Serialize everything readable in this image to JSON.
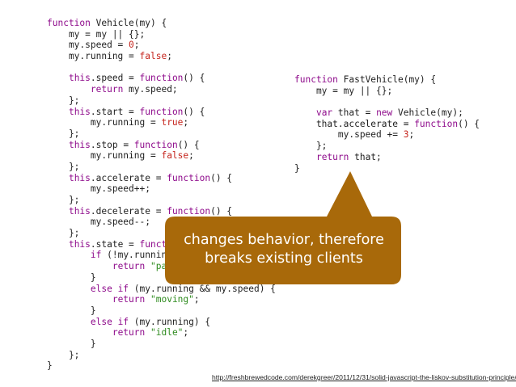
{
  "code_left": [
    [
      {
        "t": "function ",
        "c": "kw"
      },
      {
        "t": "Vehicle(my) {",
        "c": "fn"
      }
    ],
    [
      {
        "t": "    my = my || {};",
        "c": "fn"
      }
    ],
    [
      {
        "t": "    my.speed = ",
        "c": "fn"
      },
      {
        "t": "0",
        "c": "val"
      },
      {
        "t": ";",
        "c": "fn"
      }
    ],
    [
      {
        "t": "    my.running = ",
        "c": "fn"
      },
      {
        "t": "false",
        "c": "val"
      },
      {
        "t": ";",
        "c": "fn"
      }
    ],
    [
      {
        "t": "",
        "c": "fn"
      }
    ],
    [
      {
        "t": "    ",
        "c": "fn"
      },
      {
        "t": "this",
        "c": "kw"
      },
      {
        "t": ".speed = ",
        "c": "fn"
      },
      {
        "t": "function",
        "c": "kw"
      },
      {
        "t": "() {",
        "c": "fn"
      }
    ],
    [
      {
        "t": "        ",
        "c": "fn"
      },
      {
        "t": "return",
        "c": "kw"
      },
      {
        "t": " my.speed;",
        "c": "fn"
      }
    ],
    [
      {
        "t": "    };",
        "c": "fn"
      }
    ],
    [
      {
        "t": "    ",
        "c": "fn"
      },
      {
        "t": "this",
        "c": "kw"
      },
      {
        "t": ".start = ",
        "c": "fn"
      },
      {
        "t": "function",
        "c": "kw"
      },
      {
        "t": "() {",
        "c": "fn"
      }
    ],
    [
      {
        "t": "        my.running = ",
        "c": "fn"
      },
      {
        "t": "true",
        "c": "val"
      },
      {
        "t": ";",
        "c": "fn"
      }
    ],
    [
      {
        "t": "    };",
        "c": "fn"
      }
    ],
    [
      {
        "t": "    ",
        "c": "fn"
      },
      {
        "t": "this",
        "c": "kw"
      },
      {
        "t": ".stop = ",
        "c": "fn"
      },
      {
        "t": "function",
        "c": "kw"
      },
      {
        "t": "() {",
        "c": "fn"
      }
    ],
    [
      {
        "t": "        my.running = ",
        "c": "fn"
      },
      {
        "t": "false",
        "c": "val"
      },
      {
        "t": ";",
        "c": "fn"
      }
    ],
    [
      {
        "t": "    };",
        "c": "fn"
      }
    ],
    [
      {
        "t": "    ",
        "c": "fn"
      },
      {
        "t": "this",
        "c": "kw"
      },
      {
        "t": ".accelerate = ",
        "c": "fn"
      },
      {
        "t": "function",
        "c": "kw"
      },
      {
        "t": "() {",
        "c": "fn"
      }
    ],
    [
      {
        "t": "        my.speed++;",
        "c": "fn"
      }
    ],
    [
      {
        "t": "    };",
        "c": "fn"
      }
    ],
    [
      {
        "t": "    ",
        "c": "fn"
      },
      {
        "t": "this",
        "c": "kw"
      },
      {
        "t": ".decelerate = ",
        "c": "fn"
      },
      {
        "t": "function",
        "c": "kw"
      },
      {
        "t": "() {",
        "c": "fn"
      }
    ],
    [
      {
        "t": "        my.speed--;",
        "c": "fn"
      }
    ],
    [
      {
        "t": "    };",
        "c": "fn"
      }
    ],
    [
      {
        "t": "    ",
        "c": "fn"
      },
      {
        "t": "this",
        "c": "kw"
      },
      {
        "t": ".state = ",
        "c": "fn"
      },
      {
        "t": "function",
        "c": "kw"
      },
      {
        "t": "() {",
        "c": "fn"
      }
    ],
    [
      {
        "t": "        ",
        "c": "fn"
      },
      {
        "t": "if",
        "c": "kw"
      },
      {
        "t": " (!my.running) {",
        "c": "fn"
      }
    ],
    [
      {
        "t": "            ",
        "c": "fn"
      },
      {
        "t": "return",
        "c": "kw"
      },
      {
        "t": " ",
        "c": "fn"
      },
      {
        "t": "\"parked\"",
        "c": "str"
      },
      {
        "t": ";",
        "c": "fn"
      }
    ],
    [
      {
        "t": "        }",
        "c": "fn"
      }
    ],
    [
      {
        "t": "        ",
        "c": "fn"
      },
      {
        "t": "else if",
        "c": "kw"
      },
      {
        "t": " (my.running && my.speed) {",
        "c": "fn"
      }
    ],
    [
      {
        "t": "            ",
        "c": "fn"
      },
      {
        "t": "return",
        "c": "kw"
      },
      {
        "t": " ",
        "c": "fn"
      },
      {
        "t": "\"moving\"",
        "c": "str"
      },
      {
        "t": ";",
        "c": "fn"
      }
    ],
    [
      {
        "t": "        }",
        "c": "fn"
      }
    ],
    [
      {
        "t": "        ",
        "c": "fn"
      },
      {
        "t": "else if",
        "c": "kw"
      },
      {
        "t": " (my.running) {",
        "c": "fn"
      }
    ],
    [
      {
        "t": "            ",
        "c": "fn"
      },
      {
        "t": "return",
        "c": "kw"
      },
      {
        "t": " ",
        "c": "fn"
      },
      {
        "t": "\"idle\"",
        "c": "str"
      },
      {
        "t": ";",
        "c": "fn"
      }
    ],
    [
      {
        "t": "        }",
        "c": "fn"
      }
    ],
    [
      {
        "t": "    };",
        "c": "fn"
      }
    ],
    [
      {
        "t": "}",
        "c": "fn"
      }
    ]
  ],
  "code_right": [
    [
      {
        "t": "function ",
        "c": "kw"
      },
      {
        "t": "FastVehicle(my) {",
        "c": "fn"
      }
    ],
    [
      {
        "t": "    my = my || {};",
        "c": "fn"
      }
    ],
    [
      {
        "t": "",
        "c": "fn"
      }
    ],
    [
      {
        "t": "    ",
        "c": "fn"
      },
      {
        "t": "var",
        "c": "kw"
      },
      {
        "t": " that = ",
        "c": "fn"
      },
      {
        "t": "new",
        "c": "kw"
      },
      {
        "t": " Vehicle(my);",
        "c": "fn"
      }
    ],
    [
      {
        "t": "    that.accelerate = ",
        "c": "fn"
      },
      {
        "t": "function",
        "c": "kw"
      },
      {
        "t": "() {",
        "c": "fn"
      }
    ],
    [
      {
        "t": "        my.speed += ",
        "c": "fn"
      },
      {
        "t": "3",
        "c": "val"
      },
      {
        "t": ";",
        "c": "fn"
      }
    ],
    [
      {
        "t": "    };",
        "c": "fn"
      }
    ],
    [
      {
        "t": "    ",
        "c": "fn"
      },
      {
        "t": "return",
        "c": "kw"
      },
      {
        "t": " that;",
        "c": "fn"
      }
    ],
    [
      {
        "t": "}",
        "c": "fn"
      }
    ]
  ],
  "callout": {
    "line1": "changes behavior, therefore",
    "line2": "breaks existing clients",
    "color": "#a8690a"
  },
  "source_link": "http://freshbrewedcode.com/derekgreer/2011/12/31/solid-javascript-the-liskov-substitution-principle/"
}
